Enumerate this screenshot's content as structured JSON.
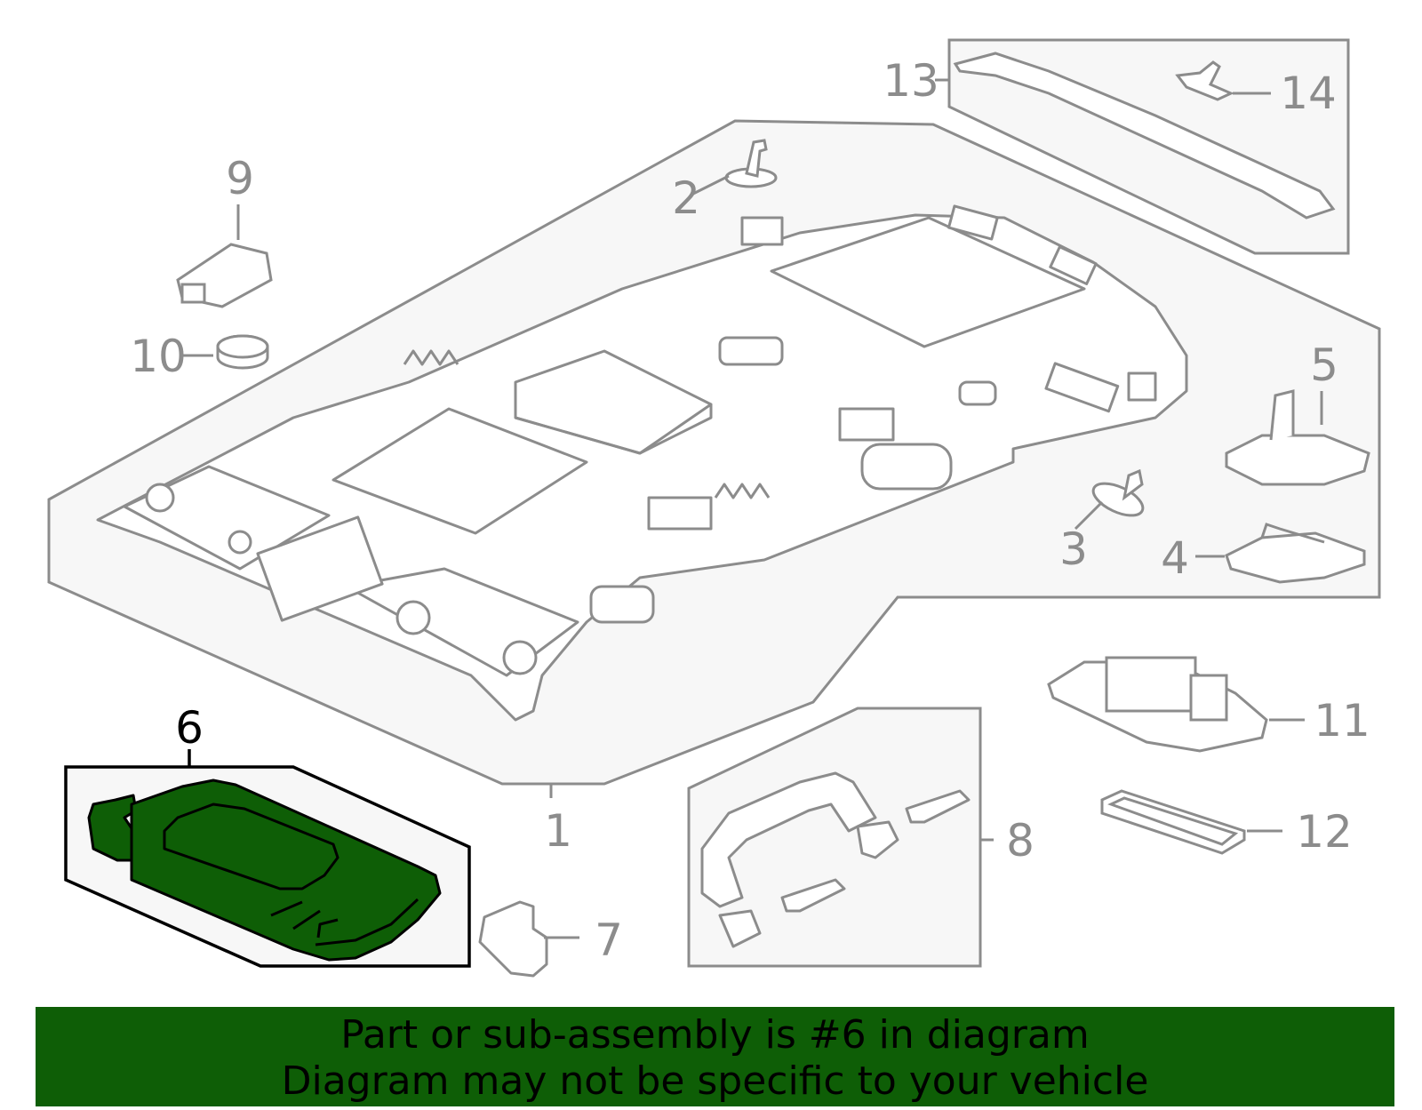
{
  "callouts": {
    "c1": "1",
    "c2": "2",
    "c3": "3",
    "c4": "4",
    "c5": "5",
    "c6": "6",
    "c7": "7",
    "c8": "8",
    "c9": "9",
    "c10": "10",
    "c11": "11",
    "c12": "12",
    "c13": "13",
    "c14": "14"
  },
  "banner": {
    "line1": "Part or sub-assembly is #6 in diagram",
    "line2": "Diagram may not be specific to your vehicle"
  },
  "colors": {
    "highlight": "#0e5e06",
    "outline": "#8c8c8c",
    "panel": "#f7f7f7"
  }
}
